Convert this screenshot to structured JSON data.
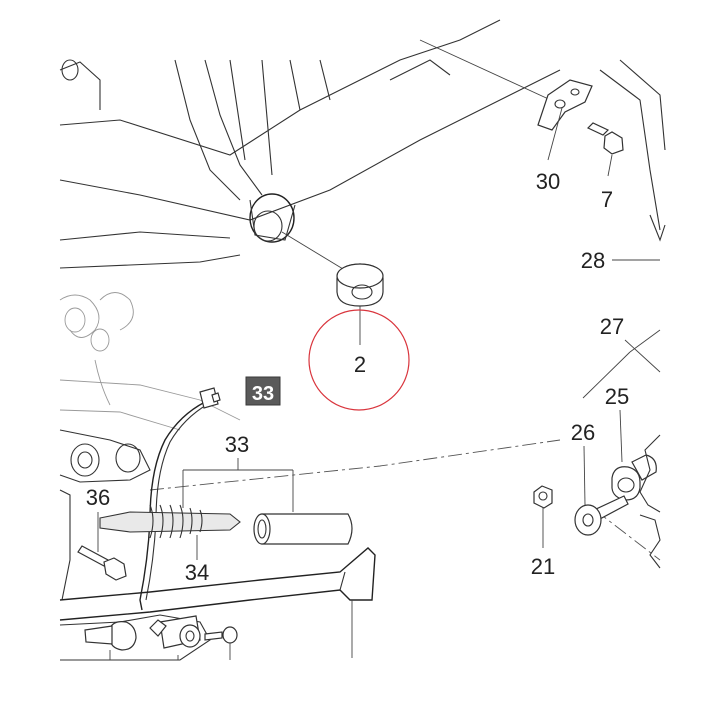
{
  "diagram": {
    "callouts": {
      "n2": "2",
      "n7": "7",
      "n21": "21",
      "n25": "25",
      "n26": "26",
      "n27": "27",
      "n28": "28",
      "n30": "30",
      "n33": "33",
      "n34": "34",
      "n36": "36"
    },
    "tag": "33",
    "highlight_color": "#d9353d"
  }
}
